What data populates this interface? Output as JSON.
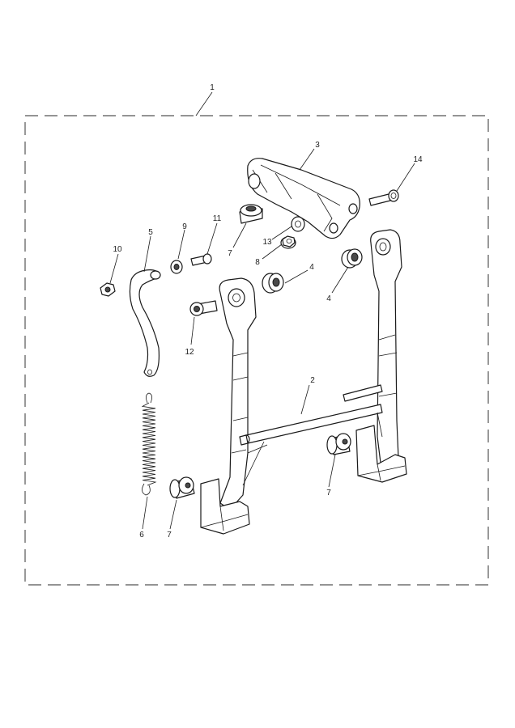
{
  "callouts": {
    "c1": "1",
    "c2": "2",
    "c3": "3",
    "c4a": "4",
    "c4b": "4",
    "c5": "5",
    "c6": "6",
    "c7a": "7",
    "c7b": "7",
    "c7c": "7",
    "c8": "8",
    "c9": "9",
    "c10": "10",
    "c11": "11",
    "c12": "12",
    "c13": "13",
    "c14": "14"
  }
}
